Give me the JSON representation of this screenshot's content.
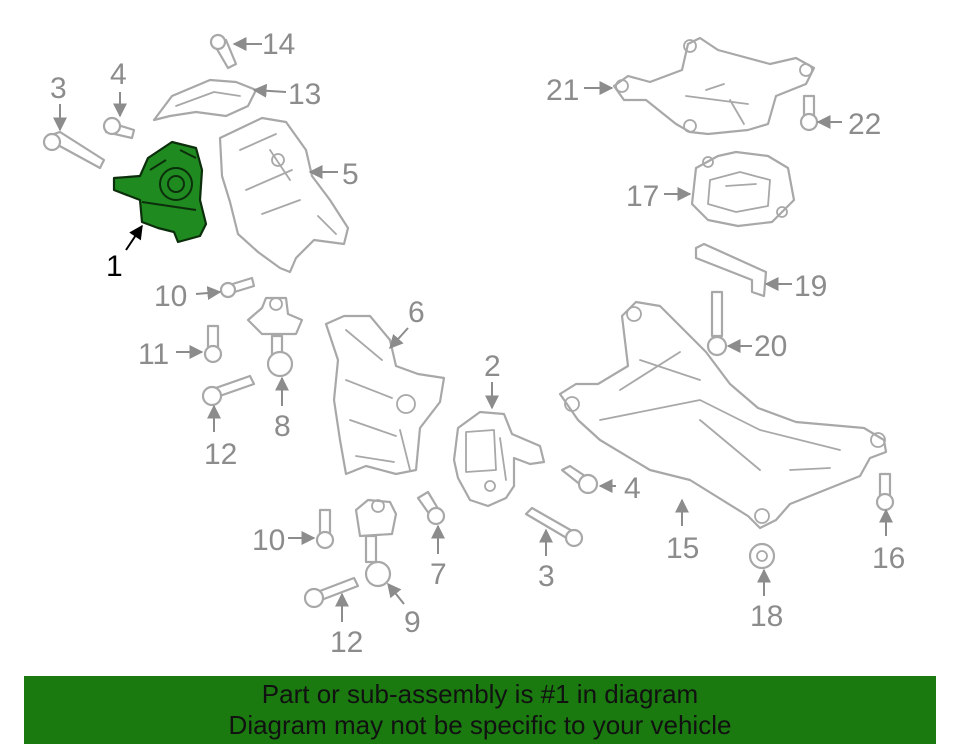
{
  "colors": {
    "highlight": "#1f8a1f",
    "banner": "#1a7a10",
    "part_line": "#a8a8a8",
    "callout": "#8c8c8c",
    "highlight_callout": "#000000"
  },
  "callouts": {
    "c1": "1",
    "c2": "2",
    "c3a": "3",
    "c3b": "3",
    "c4a": "4",
    "c4b": "4",
    "c5": "5",
    "c6": "6",
    "c7": "7",
    "c8": "8",
    "c9": "9",
    "c10a": "10",
    "c10b": "10",
    "c11": "11",
    "c12a": "12",
    "c12b": "12",
    "c13": "13",
    "c14": "14",
    "c15": "15",
    "c16": "16",
    "c17": "17",
    "c18": "18",
    "c19": "19",
    "c20": "20",
    "c21": "21",
    "c22": "22"
  },
  "banner": {
    "line1": "Part or sub-assembly is #1 in diagram",
    "line2": "Diagram may not be specific to your vehicle"
  }
}
